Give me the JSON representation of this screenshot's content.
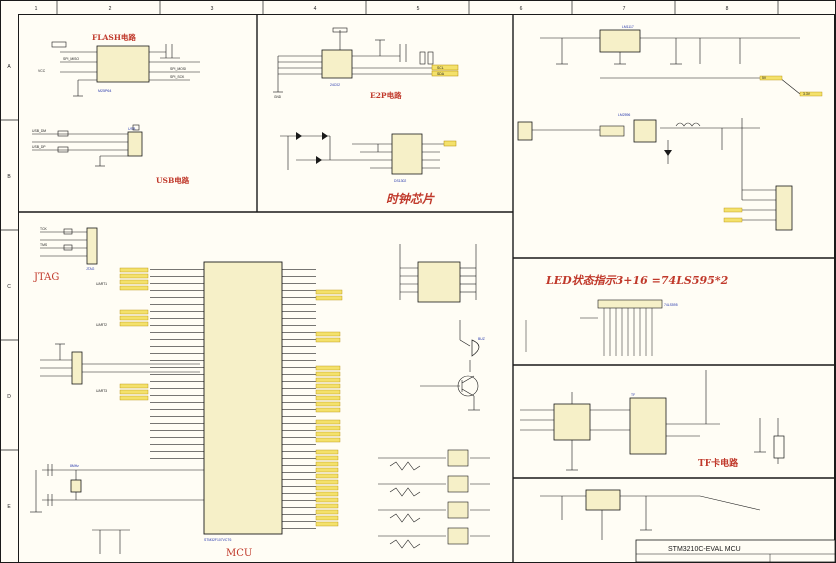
{
  "colors": {
    "paper": "#fffdf5",
    "wire": "#1a1a1a",
    "red": "#c0392b",
    "net_fill": "#f4e16b",
    "net_stroke": "#b38b00",
    "part_fill": "#f6f0c8",
    "label_blue": "#2233aa"
  },
  "border": {
    "col_markers": [
      "1",
      "2",
      "3",
      "4",
      "5",
      "6",
      "7",
      "8"
    ],
    "row_markers": [
      "A",
      "B",
      "C",
      "D",
      "E"
    ]
  },
  "sections": {
    "flash": "FLASH电路",
    "usb": "USB电路",
    "e2p": "E2P电路",
    "clock": "时钟芯片",
    "jtag": "JTAG",
    "mcu": "MCU",
    "led": "LED状态指示3+16  =74LS595*2",
    "tf": "TF卡电路"
  },
  "title_block": {
    "title": "STM3210C-EVAL MCU"
  },
  "parts": {
    "flash_chip": "M25P64",
    "eeprom_chip": "24C02",
    "rtc_chip": "DS1302",
    "mcu_chip": "STM32F107VCT6",
    "regulator": "LM1117",
    "switching_reg": "LM2596",
    "usb_conn": "USB",
    "jtag_conn": "JTAG",
    "crystal": "8MHz",
    "tf_chip": "TF",
    "led_chip": "74LS595",
    "buzzer": "BUZ"
  },
  "net_labels": {
    "spi_miso": "SPI_MISO",
    "spi_mosi": "SPI_MOSI",
    "spi_sck": "SPI_SCK",
    "vcc": "VCC",
    "gnd": "GND",
    "scl": "SCL",
    "sda": "SDA",
    "usb_dm": "USB_DM",
    "usb_dp": "USB_DP",
    "tck": "TCK",
    "tms": "TMS",
    "rst": "RST",
    "uart1": "UART1",
    "uart2": "UART2",
    "uart3": "UART3",
    "v33": "3.3V",
    "v5": "5V"
  }
}
